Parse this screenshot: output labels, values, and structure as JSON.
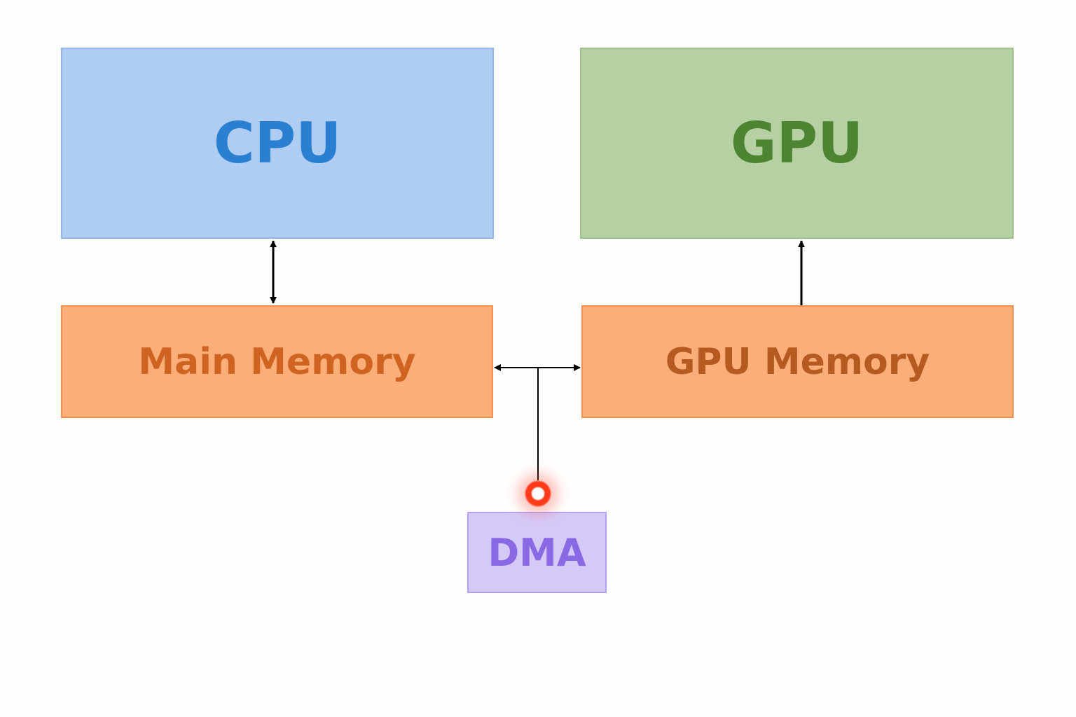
{
  "diagram": {
    "nodes": {
      "cpu": {
        "label": "CPU",
        "color": "#afcdf2"
      },
      "gpu": {
        "label": "GPU",
        "color": "#b5d1a3"
      },
      "main_memory": {
        "label": "Main Memory",
        "color": "#fcae78"
      },
      "gpu_memory": {
        "label": "GPU Memory",
        "color": "#fcae78"
      },
      "dma": {
        "label": "DMA",
        "color": "#d5c9f8"
      }
    },
    "edges": [
      {
        "from": "CPU",
        "to": "Main Memory",
        "direction": "bidirectional"
      },
      {
        "from": "GPU Memory",
        "to": "GPU",
        "direction": "one-way"
      },
      {
        "from": "DMA",
        "to": [
          "Main Memory",
          "GPU Memory"
        ],
        "direction": "bidirectional"
      }
    ],
    "highlight": {
      "target": "DMA connection point",
      "color": "#ff3b1a"
    }
  }
}
